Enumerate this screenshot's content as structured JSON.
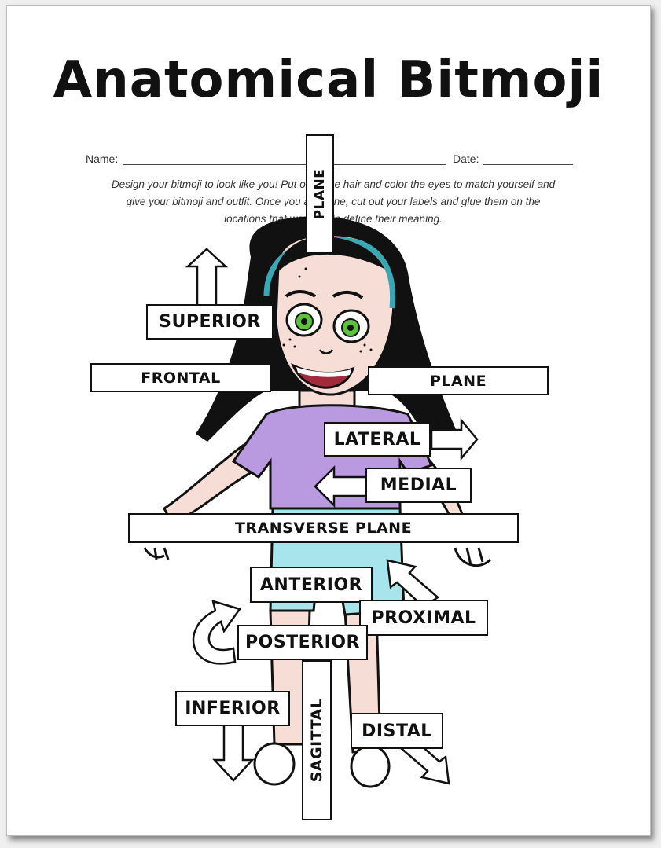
{
  "worksheet": {
    "title": "Anatomical Bitmoji",
    "name_label": "Name:",
    "date_label": "Date:",
    "instructions_line1": "Design your bitmoji to look like you!  Put on some hair and color the eyes to match yourself and",
    "instructions_line2": "give your bitmoji and outfit.  Once you are done, cut out your labels and glue them on the",
    "instructions_line3": "locations that would help define their meaning."
  },
  "labels": {
    "plane_top": "PLANE",
    "superior": "SUPERIOR",
    "frontal": "FRONTAL",
    "plane_right": "PLANE",
    "lateral": "LATERAL",
    "medial": "MEDIAL",
    "transverse_plane": "TRANSVERSE PLANE",
    "anterior": "ANTERIOR",
    "proximal": "PROXIMAL",
    "posterior": "POSTERIOR",
    "inferior": "INFERIOR",
    "sagittal": "SAGITTAL",
    "distal": "DISTAL"
  },
  "colors": {
    "shirt": "#b99ae0",
    "shorts": "#a8e4ec",
    "headband": "#3aa7b4",
    "eyes": "#5cc23a",
    "skin": "#f6ddd5",
    "hair": "#111111"
  },
  "icons": [
    "arrow-up-icon",
    "arrow-right-icon",
    "arrow-left-icon",
    "arrow-down-icon",
    "arrow-down-right-icon",
    "arrow-up-left-icon",
    "curved-arrow-icon"
  ]
}
